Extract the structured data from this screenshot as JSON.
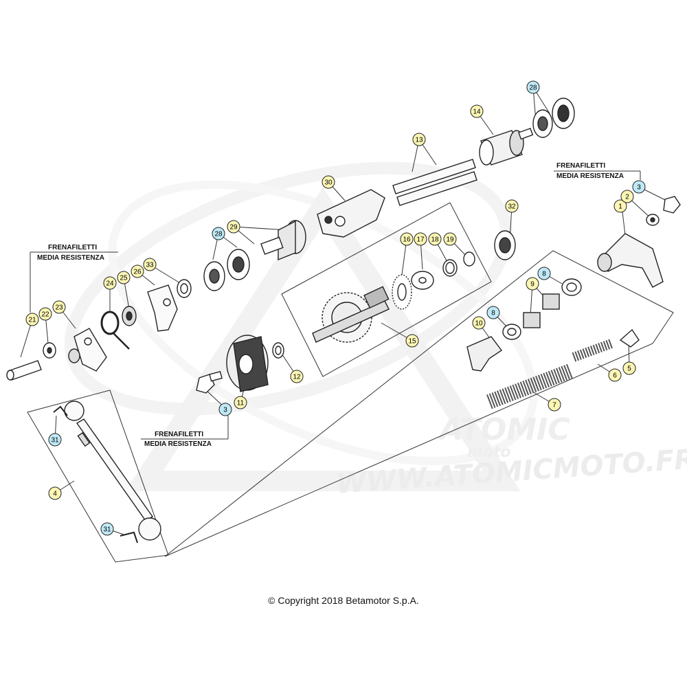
{
  "callouts": [
    {
      "line1": "FRENAFILETTI",
      "line2": "MEDIA RESISTENZA"
    },
    {
      "line1": "FRENAFILETTI",
      "line2": "MEDIA RESISTENZA"
    },
    {
      "line1": "FRENAFILETTI",
      "line2": "MEDIA RESISTENZA"
    }
  ],
  "watermark": {
    "brand": "ATOMIC",
    "sub": "moto",
    "url": "WWW.ATOMICMOTO.FR"
  },
  "copyright": "© Copyright 2018 Betamotor S.p.A.",
  "badges": [
    {
      "label": "1",
      "color": "#fbf6b4"
    },
    {
      "label": "2",
      "color": "#fbf6b4"
    },
    {
      "label": "3",
      "color": "#bfe9f6"
    },
    {
      "label": "3",
      "color": "#bfe9f6"
    },
    {
      "label": "4",
      "color": "#fbf6b4"
    },
    {
      "label": "5",
      "color": "#fbf6b4"
    },
    {
      "label": "6",
      "color": "#fbf6b4"
    },
    {
      "label": "7",
      "color": "#fbf6b4"
    },
    {
      "label": "8",
      "color": "#bfe9f6"
    },
    {
      "label": "8",
      "color": "#bfe9f6"
    },
    {
      "label": "9",
      "color": "#fbf6b4"
    },
    {
      "label": "10",
      "color": "#fbf6b4"
    },
    {
      "label": "11",
      "color": "#fbf6b4"
    },
    {
      "label": "12",
      "color": "#fbf6b4"
    },
    {
      "label": "13",
      "color": "#fbf6b4"
    },
    {
      "label": "14",
      "color": "#fbf6b4"
    },
    {
      "label": "15",
      "color": "#fbf6b4"
    },
    {
      "label": "16",
      "color": "#fbf6b4"
    },
    {
      "label": "17",
      "color": "#fbf6b4"
    },
    {
      "label": "18",
      "color": "#fbf6b4"
    },
    {
      "label": "19",
      "color": "#fbf6b4"
    },
    {
      "label": "21",
      "color": "#fbf6b4"
    },
    {
      "label": "22",
      "color": "#fbf6b4"
    },
    {
      "label": "23",
      "color": "#fbf6b4"
    },
    {
      "label": "24",
      "color": "#fbf6b4"
    },
    {
      "label": "25",
      "color": "#fbf6b4"
    },
    {
      "label": "26",
      "color": "#fbf6b4"
    },
    {
      "label": "28",
      "color": "#bfe9f6"
    },
    {
      "label": "28",
      "color": "#bfe9f6"
    },
    {
      "label": "29",
      "color": "#fbf6b4"
    },
    {
      "label": "30",
      "color": "#fbf6b4"
    },
    {
      "label": "31",
      "color": "#bfe9f6"
    },
    {
      "label": "31",
      "color": "#bfe9f6"
    },
    {
      "label": "32",
      "color": "#fbf6b4"
    },
    {
      "label": "33",
      "color": "#fbf6b4"
    }
  ]
}
